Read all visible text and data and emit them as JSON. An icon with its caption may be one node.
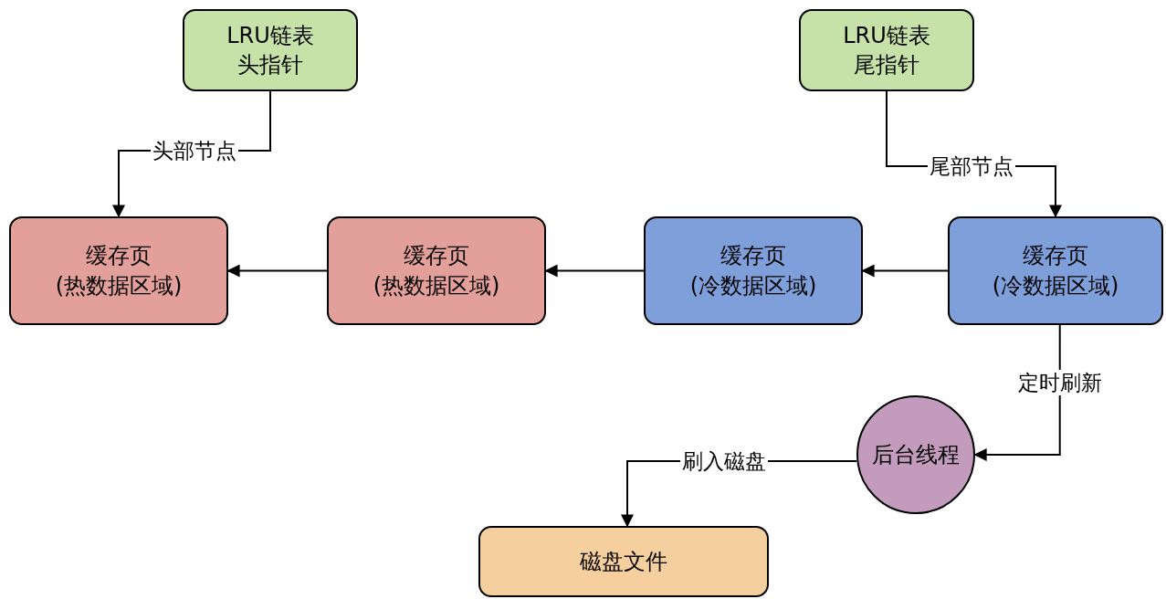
{
  "diagram": {
    "nodes": [
      {
        "text": [
          "LRU链表头指针"
        ]
      },
      {
        "text": [
          "LRU链表尾指针"
        ]
      },
      {
        "text": [
          "缓存页",
          "(热数据区域)"
        ]
      },
      {
        "text": [
          "缓存页",
          "(热数据区域)"
        ]
      },
      {
        "text": [
          "缓存页",
          "(冷数据区域)"
        ]
      },
      {
        "text": [
          "缓存页",
          "(冷数据区域)"
        ]
      },
      {
        "text": [
          "后台线程"
        ]
      },
      {
        "text": [
          "磁盘文件"
        ]
      }
    ],
    "edges": [
      {
        "from": 0,
        "to": 2,
        "arrow": "to",
        "label": "头部节点"
      },
      {
        "from": 1,
        "to": 5,
        "arrow": "to",
        "label": "尾部节点"
      },
      {
        "from": 5,
        "to": 4,
        "arrow": "to"
      },
      {
        "from": 4,
        "to": 3,
        "arrow": "to"
      },
      {
        "from": 3,
        "to": 2,
        "arrow": "to"
      },
      {
        "from": 5,
        "to": 6,
        "arrow": "to",
        "label": "定时刷新"
      },
      {
        "from": 6,
        "to": 7,
        "arrow": "to",
        "label": "刷入磁盘"
      }
    ]
  }
}
